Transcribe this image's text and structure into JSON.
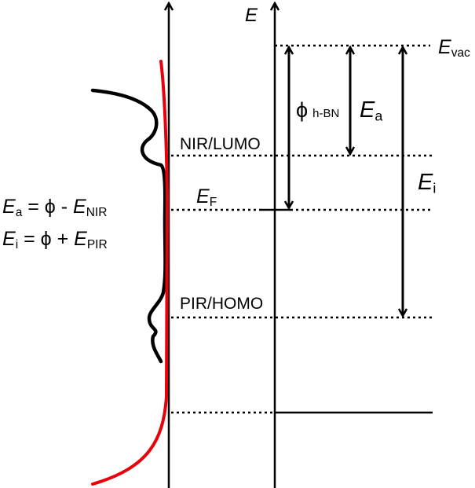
{
  "axis_label": "E",
  "levels": {
    "vacuum": {
      "symbol": "E",
      "sub": "vac"
    },
    "lumo": "NIR/LUMO",
    "fermi": {
      "symbol": "E",
      "sub": "F"
    },
    "homo": "PIR/HOMO"
  },
  "arrows": {
    "work_function": {
      "symbol": "ϕ",
      "sub": "h-BN"
    },
    "electron_affinity": {
      "symbol": "E",
      "sub": "a"
    },
    "ionization": {
      "symbol": "E",
      "sub": "i"
    }
  },
  "equations": [
    {
      "lhs": "E",
      "lhs_sub": "a",
      "op": "= ϕ -",
      "rhs": "E",
      "rhs_sub": "NIR"
    },
    {
      "lhs": "E",
      "lhs_sub": "i",
      "op": "= ϕ +",
      "rhs": "E",
      "rhs_sub": "PIR"
    }
  ],
  "colors": {
    "red_curve": "#e8000b",
    "black_curve": "#000000"
  }
}
